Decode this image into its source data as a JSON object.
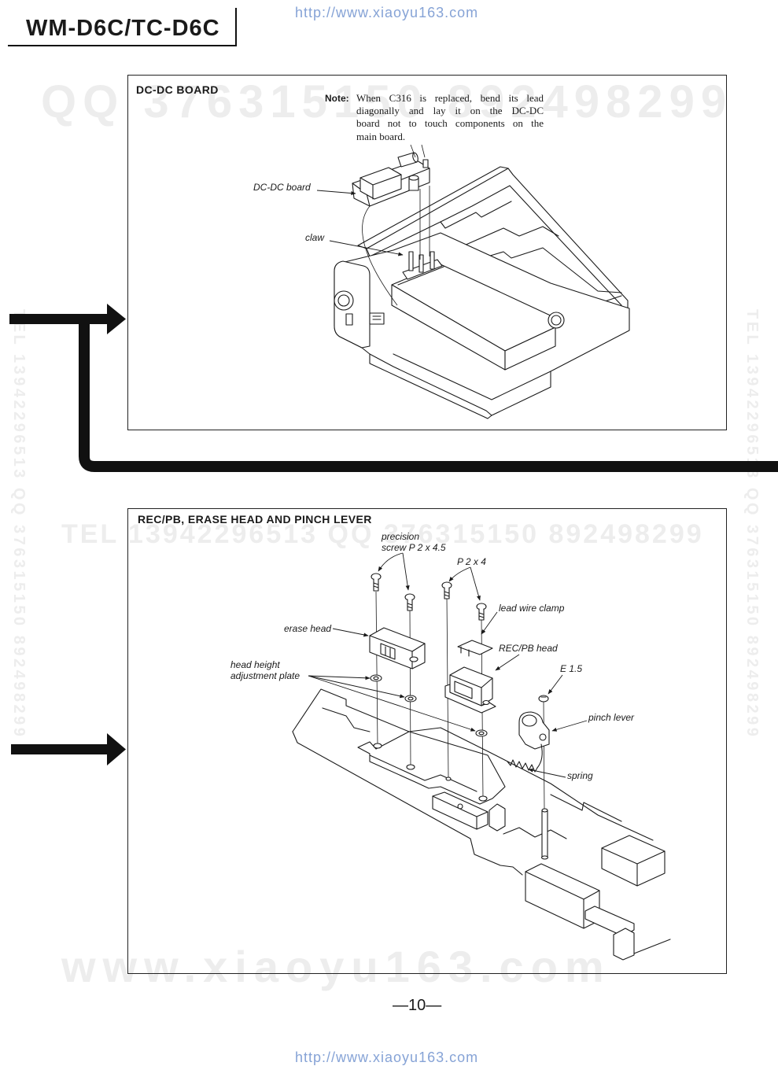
{
  "header": {
    "model": "WM-D6C/TC-D6C"
  },
  "source_url_top": "http://www.xiaoyu163.com",
  "watermarks": {
    "qq_top": "QQ 376315150 892498299",
    "tel_left": "TEL 13942296513 QQ 376315150 892498299",
    "tel_right": "TEL 13942296513 QQ 376315150 892498299",
    "tel_middle": "TEL 13942296513 QQ 376315150 892498299",
    "site_bottom": "www.xiaoyu163.com"
  },
  "section_dcdc": {
    "title": "DC-DC BOARD",
    "note": {
      "label": "Note:",
      "lines": [
        "When C316 is replaced, bend its lead",
        "diagonally and lay it on the DC-DC",
        "board not to touch components on the",
        "main board."
      ]
    },
    "labels": {
      "dcdc_board": "DC-DC board",
      "claw": "claw"
    }
  },
  "section_heads": {
    "title": "REC/PB, ERASE HEAD AND PINCH LEVER",
    "labels": {
      "precision_screw_line1": "precision",
      "precision_screw_line2": "screw P 2 x 4.5",
      "p2x4": "P 2 x 4",
      "lead_wire_clamp": "lead wire clamp",
      "erase_head": "erase head",
      "recpb_head": "REC/PB head",
      "head_height_line1": "head height",
      "head_height_line2": "adjustment plate",
      "e15": "E 1.5",
      "pinch_lever": "pinch lever",
      "spring": "spring"
    }
  },
  "page_number": "—10—",
  "source_url_bottom": "http://www.xiaoyu163.com",
  "colors": {
    "ink": "#1a1a1a",
    "url": "#86a3d6",
    "watermark": "#ededed"
  }
}
